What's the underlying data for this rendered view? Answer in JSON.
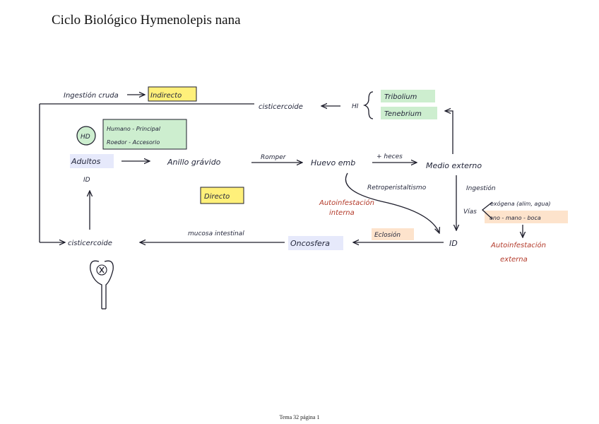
{
  "page_title": "Ciclo Biológico Hymenolepis nana",
  "footer": "Tema 32 página 1",
  "colors": {
    "highlight_yellow": "#fff07a",
    "highlight_green": "#cdeecf",
    "highlight_blue": "#e6e9fb",
    "highlight_orange": "#fde3cc",
    "ink": "#1d1d2b",
    "ink_red": "#b33a2a"
  },
  "labels": {
    "ingestion_cruda": "Ingestión cruda",
    "indirecto": "Indirecto",
    "cisticercoide_top": "cisticercoide",
    "hi": "HI",
    "tribolium": "Tribolium",
    "tenebrium": "Tenebrium",
    "hd": "HD",
    "humano_principal": "Humano - Principal",
    "roedor_accesorio": "Roedor - Accesorio",
    "adultos": "Adultos",
    "id_left": "ID",
    "anillo_gravido": "Anillo grávido",
    "romper": "Romper",
    "huevo_emb": "Huevo emb",
    "heces": "+ heces",
    "medio_externo": "Medio externo",
    "retroperistaltismo": "Retroperistaltismo",
    "directo": "Directo",
    "autoinfestacion_interna_1": "Autoinfestación",
    "autoinfestacion_interna_2": "interna",
    "ingestion": "Ingestión",
    "vias": "Vías",
    "exogena": "exógena (alim, agua)",
    "ano_mano_boca": "ano - mano - boca",
    "autoinfestacion_externa_1": "Autoinfestación",
    "autoinfestacion_externa_2": "externa",
    "eclosion": "Eclosión",
    "id_right": "ID",
    "oncosfera": "Oncosfera",
    "mucosa_intestinal": "mucosa intestinal",
    "cisticercoide_bottom": "cisticercoide"
  }
}
